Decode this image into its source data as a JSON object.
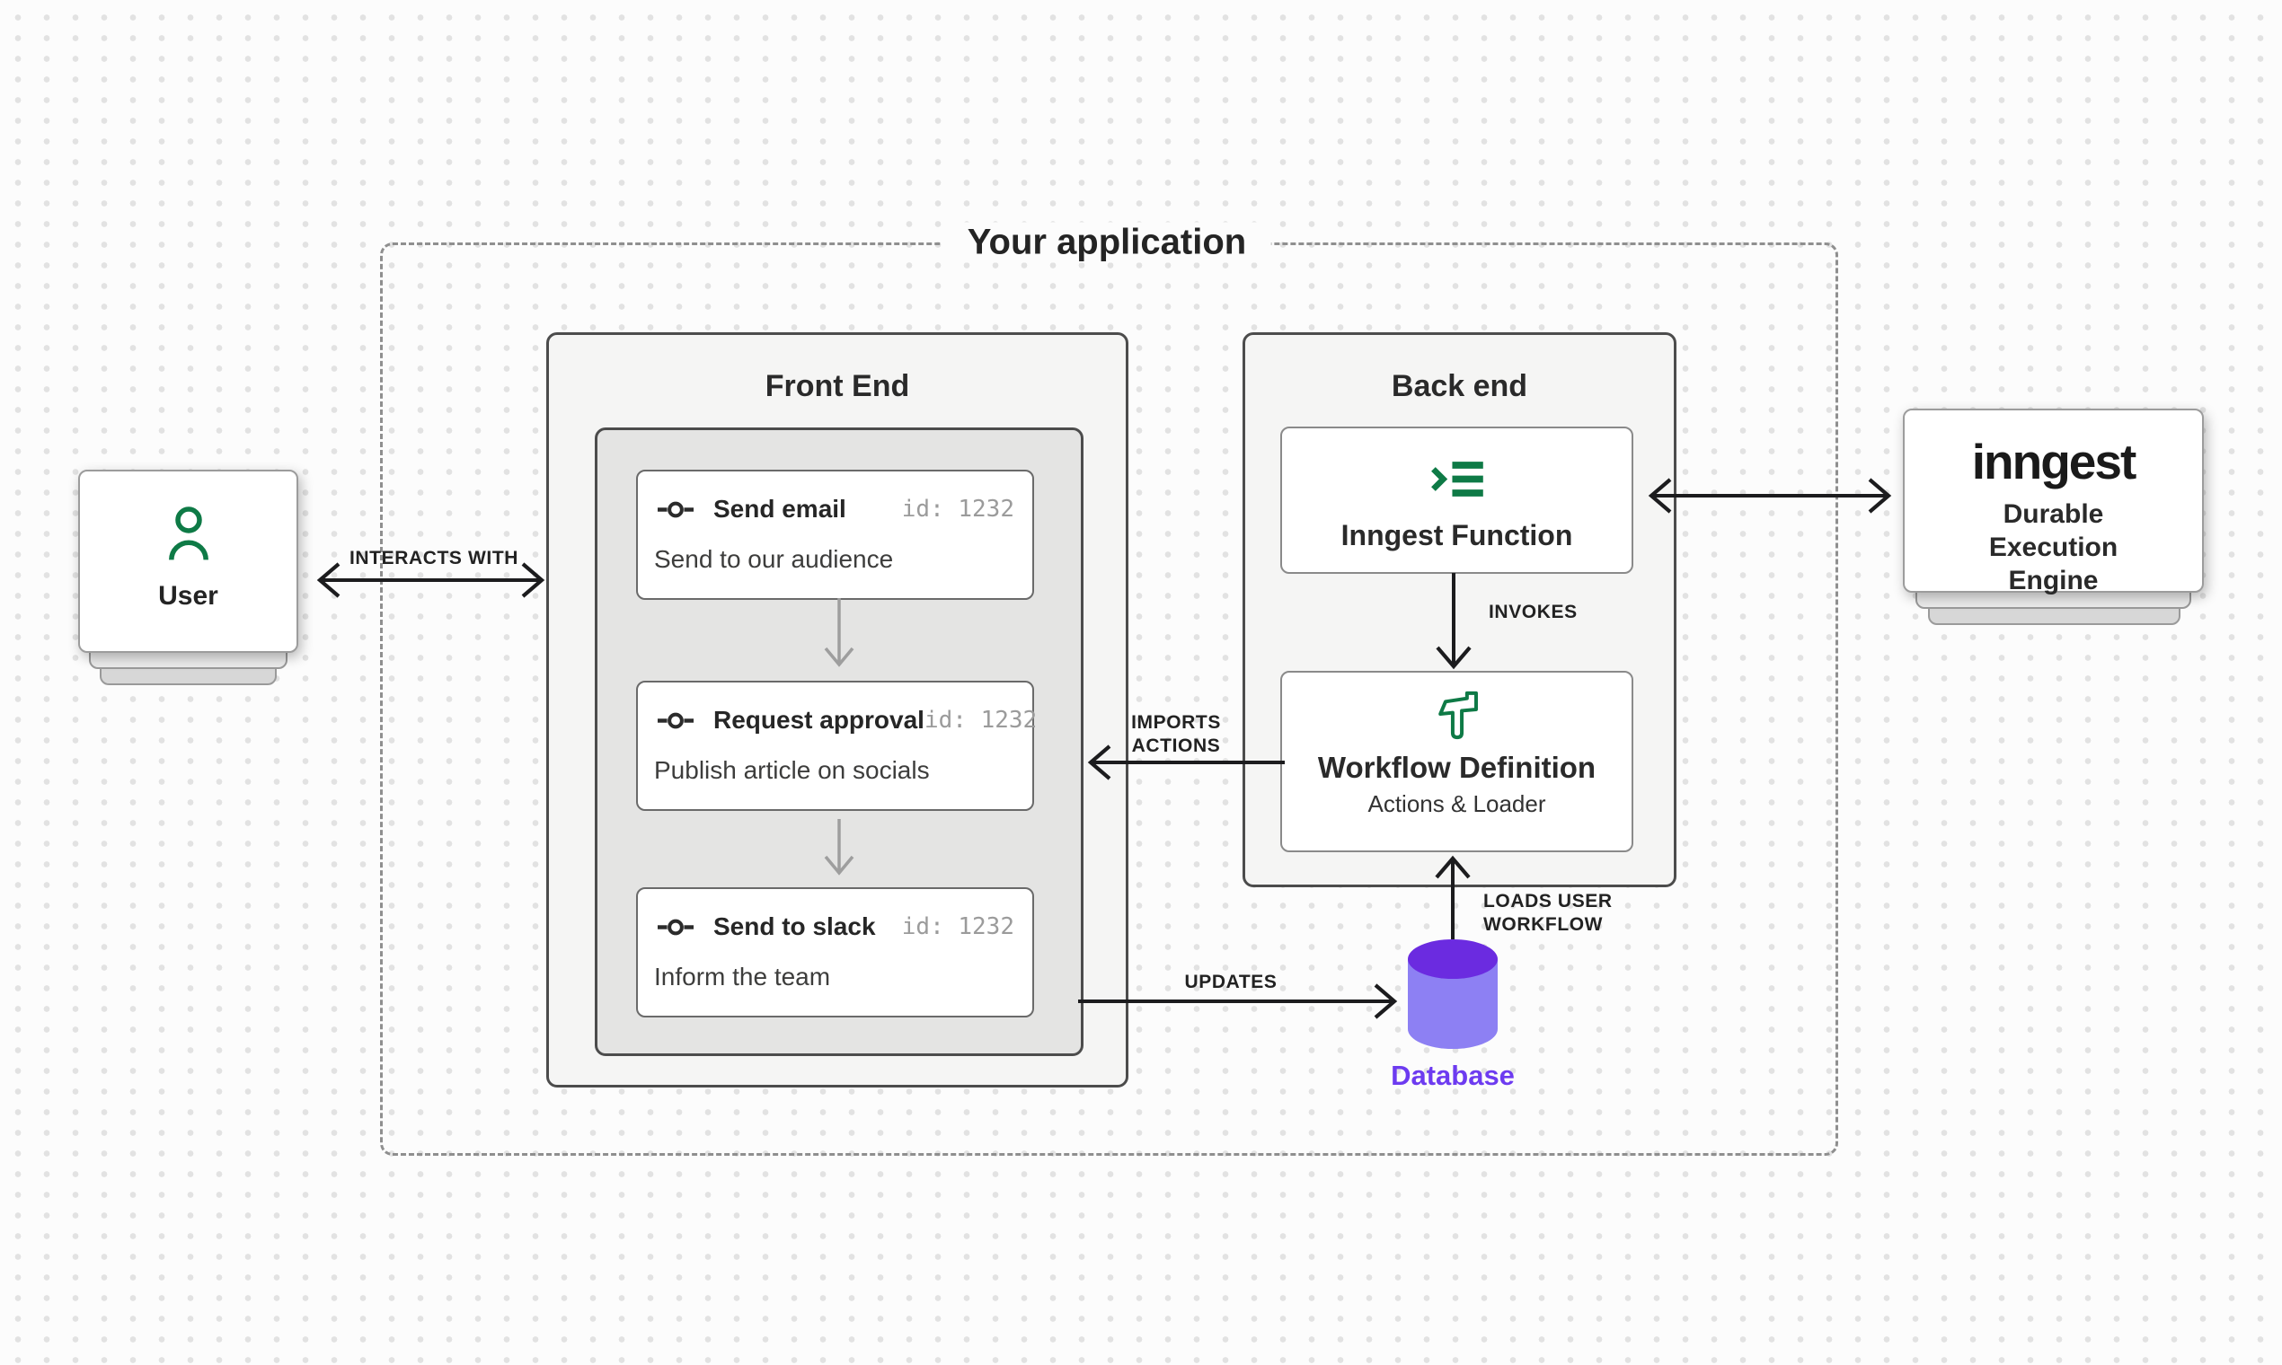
{
  "app": {
    "title": "Your application"
  },
  "user_node": {
    "label": "User",
    "icon": "person-icon"
  },
  "front_end": {
    "title": "Front End",
    "steps": [
      {
        "icon": "commit-icon",
        "title": "Send email",
        "id": "id: 1232",
        "description": "Send to our audience"
      },
      {
        "icon": "commit-icon",
        "title": "Request approval",
        "id": "id: 1232",
        "description": "Publish article on socials"
      },
      {
        "icon": "commit-icon",
        "title": "Send to slack",
        "id": "id: 1232",
        "description": "Inform the team"
      }
    ]
  },
  "back_end": {
    "title": "Back end",
    "inngest_function": {
      "label": "Inngest Function",
      "icon": "terminal-list-icon"
    },
    "workflow_definition": {
      "title": "Workflow Definition",
      "subtitle": "Actions & Loader",
      "icon": "hammer-icon"
    }
  },
  "engine": {
    "logo": "inngest",
    "description": "Durable Execution Engine"
  },
  "database": {
    "label": "Database",
    "icon": "database-cylinder-icon"
  },
  "arrows": {
    "interacts_with": "INTERACTS WITH",
    "invokes": "INVOKES",
    "imports_actions": {
      "line1": "IMPORTS",
      "line2": "ACTIONS"
    },
    "updates": "UPDATES",
    "loads_user_workflow": {
      "line1": "LOADS USER",
      "line2": "WORKFLOW"
    }
  },
  "colors": {
    "accent_green": "#0e7a46",
    "database_top_purple": "#6b2be0",
    "database_body_purple": "#8d80f3",
    "database_label_purple": "#6d3bf0",
    "arrow_black": "#1c1c1e",
    "arrow_gray": "#9e9e9e",
    "box_border_dark": "#4c4c4c",
    "dashed_border_gray": "#8f8f8f"
  }
}
